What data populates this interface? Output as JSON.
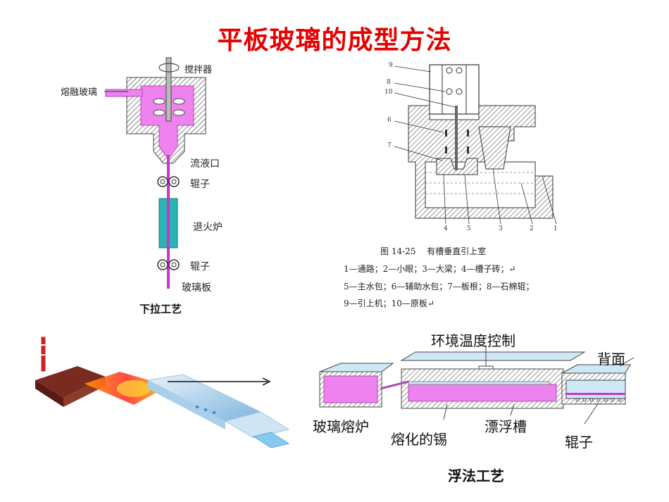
{
  "title": "平板玻璃的成型方法",
  "down_draw": {
    "stirrer": "搅拌器",
    "molten_glass": "熔融玻璃",
    "flow_opening": "流液口",
    "roller1": "辊子",
    "annealing_furnace": "退火炉",
    "roller2": "辊子",
    "glass_sheet": "玻璃板",
    "caption": "下拉工艺"
  },
  "slot_draw": {
    "numbers": [
      "9",
      "8",
      "10",
      "6",
      "7",
      "4",
      "5",
      "3",
      "2",
      "1"
    ],
    "figure_caption": "图 14-25　 有槽垂直引上室",
    "legend": [
      "1—通路；2—小眼；3—大梁；4—槽子砖；↵",
      "5—主水包；6—辅助水包；7—板根；8—石棉辊；",
      "9—引上机；10—原板↵"
    ]
  },
  "float": {
    "env_control": "环境温度控制",
    "back": "背面",
    "glass_furnace": "玻璃熔炉",
    "molten_tin": "熔化的锡",
    "float_bath": "漂浮槽",
    "roller": "辊子",
    "caption": "浮法工艺"
  },
  "colors": {
    "title": "#e60000",
    "glass_pink": "#ee82ee",
    "annealer": "#2ab5b5",
    "float_blue": "#cfe8f5",
    "hatch": "#555555"
  }
}
